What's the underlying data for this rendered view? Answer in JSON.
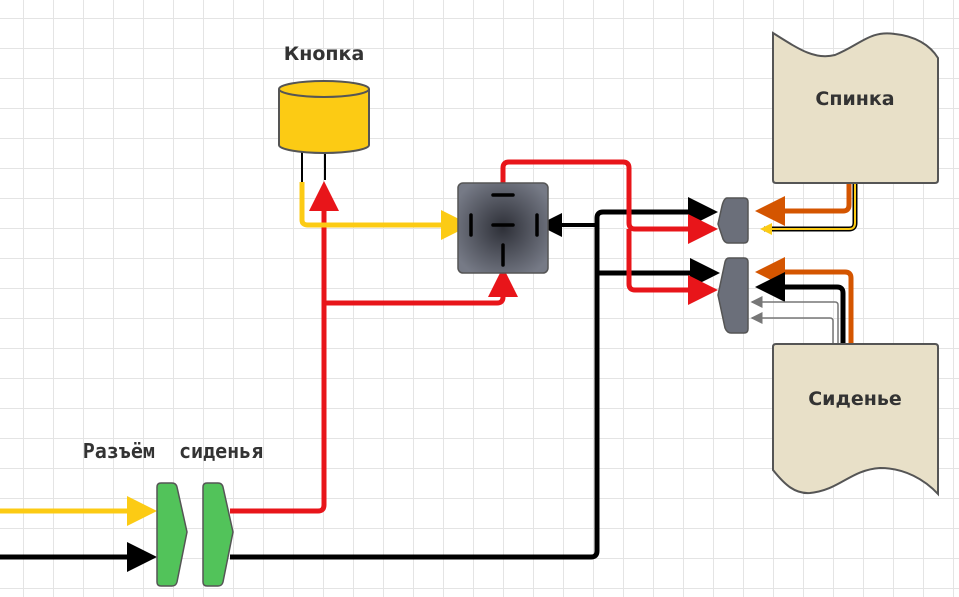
{
  "labels": {
    "button": "Кнопка",
    "backrest": "Спинка",
    "seat": "Сиденье",
    "seat_connector": "Разъём  сиденья"
  },
  "colors": {
    "wire_red": "#e8151a",
    "wire_black": "#000000",
    "wire_yellow": "#fccb14",
    "wire_orange": "#d45500",
    "wire_gray": "#777777",
    "button_fill": "#fccb14",
    "relay_fill": "#6b6f7a",
    "connector_gray": "#6b6f7a",
    "connector_green": "#52c35a",
    "document_fill": "#e8e0c8",
    "stroke": "#555555"
  },
  "components": [
    {
      "id": "button",
      "type": "cylinder",
      "label_key": "button"
    },
    {
      "id": "relay",
      "type": "relay-4pin"
    },
    {
      "id": "backrest",
      "type": "document",
      "label_key": "backrest"
    },
    {
      "id": "seat",
      "type": "document",
      "label_key": "seat"
    },
    {
      "id": "seat-connector-male",
      "type": "connector"
    },
    {
      "id": "seat-connector-female",
      "type": "connector"
    },
    {
      "id": "backrest-connector",
      "type": "connector"
    },
    {
      "id": "seat-plug-connector",
      "type": "connector"
    }
  ]
}
